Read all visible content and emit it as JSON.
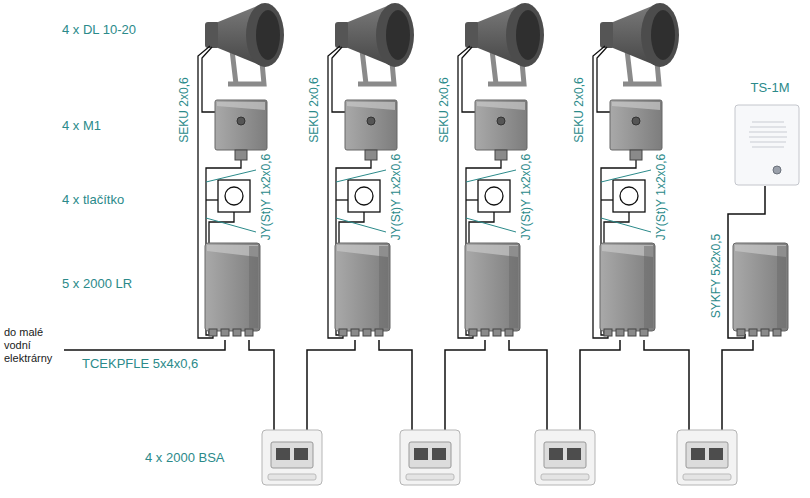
{
  "diagram": {
    "nodes": [
      {
        "text": [
          "TS-1M"
        ]
      }
    ],
    "labels": [
      "4 x DL 10-20",
      "4 x M1",
      "4 x tlačítko",
      "5 x 2000 LR",
      "do malé vodní elektrárny",
      "TCEKPFLE 5x4x0,6",
      "4 x 2000 BSA",
      "SEKU 2x0,6",
      "SEKU 2x0,6",
      "SEKU 2x0,6",
      "SEKU 2x0,6",
      "JY(St)Y 1x2x0,6",
      "JY(St)Y 1x2x0,6",
      "JY(St)Y 1x2x0,6",
      "JY(St)Y 1x2x0,6",
      "SYKFY 5x2x0,5"
    ]
  }
}
